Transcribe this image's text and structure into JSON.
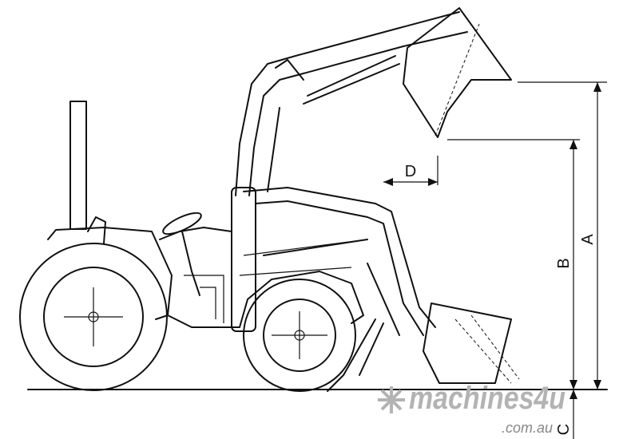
{
  "diagram": {
    "dimension_labels": {
      "a": "A",
      "b": "B",
      "c": "C",
      "d": "D"
    }
  },
  "watermark": {
    "brand": "machines4u",
    "domain": ".com.au"
  }
}
